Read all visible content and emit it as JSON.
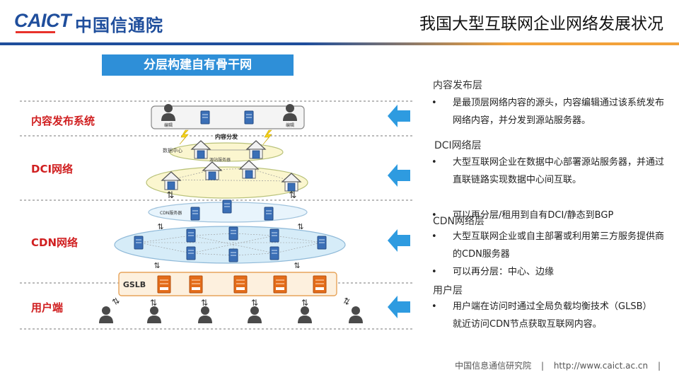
{
  "header": {
    "logo_latin": "CAICT",
    "logo_cn": "中国信通院",
    "title": "我国大型互联网企业网络发展状况"
  },
  "banner": "分层构建自有骨干网",
  "layers": {
    "content": "内容发布系统",
    "dci": "DCI网络",
    "cdn": "CDN网络",
    "user": "用户端"
  },
  "diagram": {
    "editor1": "编辑",
    "editor2": "编辑",
    "publish": "内容分发",
    "datacenter": "数据中心",
    "origin": "源站服务器",
    "cdn_server": "CDN服务器",
    "gslb": "GSLB"
  },
  "sections": [
    {
      "heading": "内容发布层",
      "bullets": [
        "是最顶层网络内容的源头，内容编辑通过该系统发布网络内容，并分发到源站服务器。"
      ]
    },
    {
      "heading": "DCI网络层",
      "bullets": [
        "大型互联网企业在数据中心部署源站服务器，并通过直联链路实现数据中心间互联。",
        "可以再分层/租用到自有DCI/静态到BGP"
      ]
    },
    {
      "heading": "CDN网络层",
      "bullets": [
        "大型互联网企业或自主部署或利用第三方服务提供商的CDN服务器",
        "可以再分层：中心、边缘"
      ]
    },
    {
      "heading": "用户层",
      "bullets": [
        "用户端在访问时通过全局负载均衡技术（GLSB）就近访问CDN节点获取互联网内容。"
      ]
    }
  ],
  "footer": {
    "org": "中国信息通信研究院",
    "url": "http://www.caict.ac.cn"
  },
  "colors": {
    "brand_blue": "#1f4e9c",
    "accent_orange": "#f3a23a",
    "label_red": "#d01f20",
    "arrow_blue": "#2e9be0"
  }
}
